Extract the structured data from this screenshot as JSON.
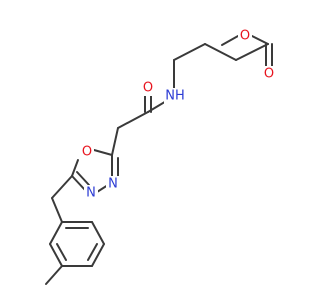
{
  "molecule": {
    "atoms": {
      "O_ether": {
        "symbol": "O",
        "color": "#e8141e"
      },
      "O_ester_carbonyl": {
        "symbol": "O",
        "color": "#e8141e"
      },
      "N_amide": {
        "symbol": "H",
        "suffix_symbol": "N",
        "color": "#2b3bd4",
        "display": "NH"
      },
      "O_amide_carbonyl": {
        "symbol": "O",
        "color": "#e8141e"
      },
      "O_ring": {
        "symbol": "O",
        "color": "#e8141e"
      },
      "N_ring_1": {
        "symbol": "N",
        "color": "#2b3bd4"
      },
      "N_ring_2": {
        "symbol": "N",
        "color": "#2b3bd4"
      }
    },
    "bond_color": "#3a3a3a",
    "background": "#ffffff"
  }
}
